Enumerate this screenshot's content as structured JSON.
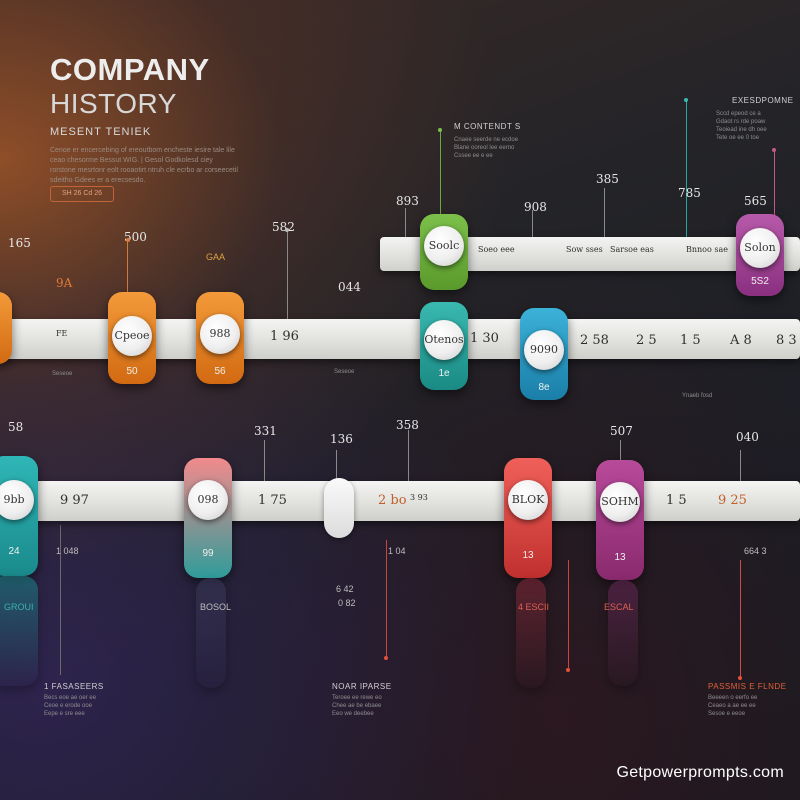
{
  "header": {
    "title_line1": "COMPANY",
    "title_line2": "HISTORY",
    "subtitle": "MESENT TENIEK",
    "intro": "Cenoe er encercebing of ereoutbom encheste iesire tale lile ceao chesorme Bessut WIG. | Gesol Godkolesd ciey rorstone mesrtonr eolt rooaotirt ntruh cle ecrbo ar corseecetil sdeitho Gdees er a erecsesdo.",
    "tag_button": "SH 26 Cd 26"
  },
  "top_right": {
    "heading": "EXESDPOMNE",
    "lines": [
      "Sccd epeod ce a",
      "Gdaot rs rde poaw",
      "Teoiead ine dh oee",
      "Tete oe ee 0 toe"
    ]
  },
  "mid_top": {
    "heading": "M CONTENDT S",
    "lines": [
      "Cnaee seerde ne ecdoe",
      "Blane ooreol lee eerno",
      "Cssee ee e ee"
    ]
  },
  "row_top": {
    "years": [
      "893",
      "908",
      "385",
      "785",
      "565"
    ],
    "discs": [
      "Soolc",
      "Solon"
    ],
    "band_labels": [
      "Soeo eee",
      "Sow sses",
      "Sarsoe eas",
      "Bnnoo sae"
    ],
    "pill_numbers": [
      "",
      "5S2"
    ],
    "colors": [
      "#6aaa3a",
      "#a8459a"
    ]
  },
  "row_mid": {
    "years": [
      "165",
      "500",
      "582",
      "044",
      "9A"
    ],
    "subyears": [
      "GAA"
    ],
    "discs": [
      "Cpeoe",
      "988",
      "Otenos",
      "9090"
    ],
    "band_labels": [
      "FE",
      "1 96",
      "1 30",
      "2 58",
      "2 5",
      "1 5",
      "A 8",
      "8 3"
    ],
    "pill_numbers": [
      "50",
      "56",
      "1e",
      "8e"
    ],
    "colors": [
      "#e8831e",
      "#e8831e",
      "#2aa6a0",
      "#2b9fc4"
    ],
    "notes": [
      "Seseoe",
      "Seseoe",
      "Ynaeb fosd"
    ]
  },
  "row_bottom": {
    "years": [
      "58",
      "331",
      "136",
      "358",
      "507",
      "040"
    ],
    "discs": [
      "9bb",
      "098",
      "BLOK",
      "SOHM"
    ],
    "band_labels": [
      "9 97",
      "1 75",
      "2 bo",
      "3 93",
      "1 5",
      "9 25"
    ],
    "pill_numbers": [
      "24",
      "99",
      "13",
      "13"
    ],
    "colors": [
      "#25a0a2",
      "#e36f70",
      "#e14a4a",
      "#a43b84"
    ],
    "below_numbers": [
      "1 048",
      "1 04",
      "6 42",
      "0 82",
      "664 3"
    ],
    "below_labels": [
      "GROUI",
      "BOSOL",
      "4 ESCII",
      "ESCAL"
    ]
  },
  "footer": {
    "col1_head": "1 FASASEERS",
    "col1_lines": [
      "Becs eoe ae oer ee",
      "Ceoe e erode ooe",
      "Eepe e sre eee"
    ],
    "col2_head": "NOAR IPARSE",
    "col2_lines": [
      "Teroee ee rewe eo",
      "Chee ae be ebaee",
      "Eeo we deebee"
    ],
    "col3_head": "PASSMIS E FLNDE",
    "col3_lines": [
      "Beeeen o eerfo ee",
      "Ceaeo a ae ee ee",
      "Sesoe e eeoe"
    ]
  },
  "watermark": "Getpowerprompts.com"
}
